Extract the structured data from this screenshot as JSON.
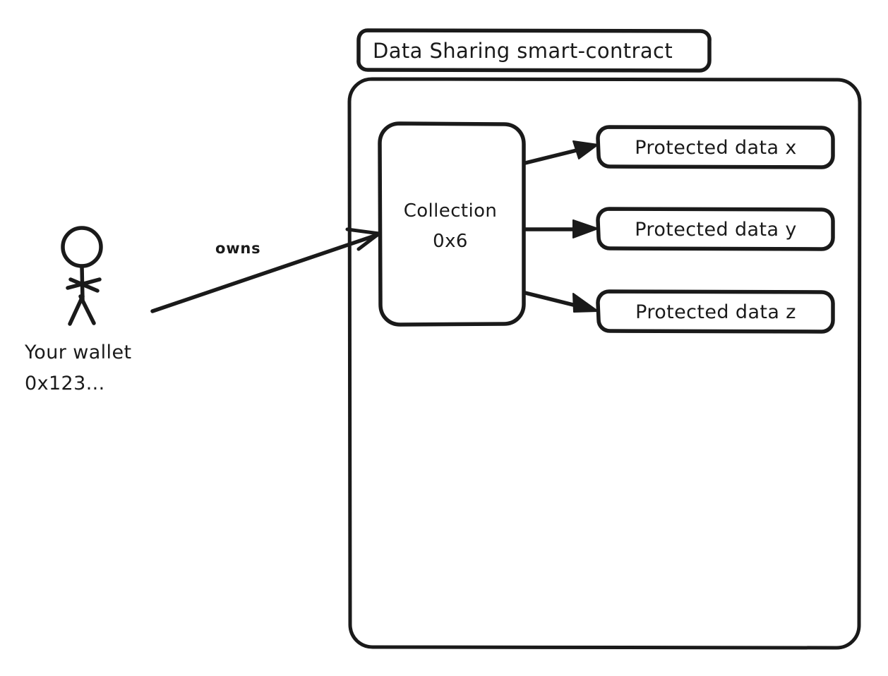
{
  "diagram": {
    "title_box": {
      "label": "Data Sharing smart-contract"
    },
    "container": {
      "name": "Data Sharing smart-contract"
    },
    "collection_node": {
      "line1": "Collection",
      "line2": "0x6"
    },
    "protected_data": [
      {
        "label": "Protected data x"
      },
      {
        "label": "Protected data y"
      },
      {
        "label": "Protected data z"
      }
    ],
    "actor": {
      "icon": "stick-figure",
      "line1": "Your wallet",
      "line2": "0x123..."
    },
    "edges": [
      {
        "label": "owns",
        "from": "Your wallet 0x123...",
        "to": "Collection 0x6"
      },
      {
        "label": "",
        "from": "Collection 0x6",
        "to": "Protected data x"
      },
      {
        "label": "",
        "from": "Collection 0x6",
        "to": "Protected data y"
      },
      {
        "label": "",
        "from": "Collection 0x6",
        "to": "Protected data z"
      }
    ],
    "colors": {
      "ink": "#1a1a1a",
      "background": "#ffffff",
      "fill": "#ffffff"
    }
  }
}
